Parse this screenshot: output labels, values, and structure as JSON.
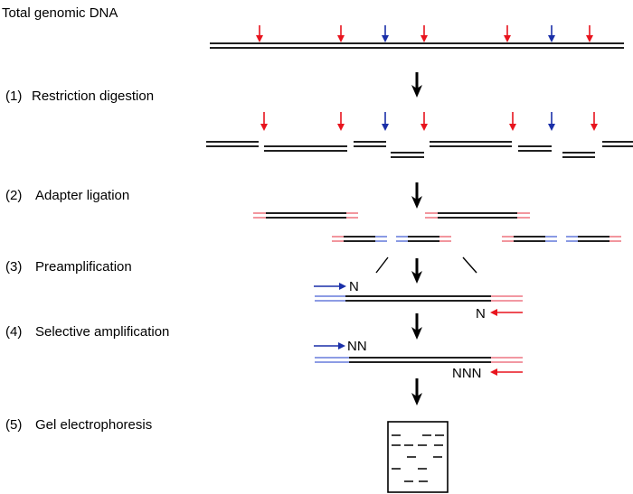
{
  "title": "Total genomic DNA",
  "steps": [
    {
      "number": "(1)",
      "label": "Restriction digestion"
    },
    {
      "number": "(2)",
      "label": "Adapter ligation"
    },
    {
      "number": "(3)",
      "label": "Preamplification"
    },
    {
      "number": "(4)",
      "label": "Selective amplification"
    },
    {
      "number": "(5)",
      "label": "Gel electrophoresis"
    }
  ],
  "primers": {
    "preamp_forward": "N",
    "preamp_reverse": "N",
    "selective_forward": "NN",
    "selective_reverse": "NNN"
  },
  "colors": {
    "strand": "#000000",
    "cut_site_red": "#e8141e",
    "cut_site_blue": "#1a2fa8",
    "adapter_red": "#f08a94",
    "adapter_blue": "#7d8ee0",
    "primer_red": "#e8141e",
    "primer_blue": "#1a2fa8"
  }
}
